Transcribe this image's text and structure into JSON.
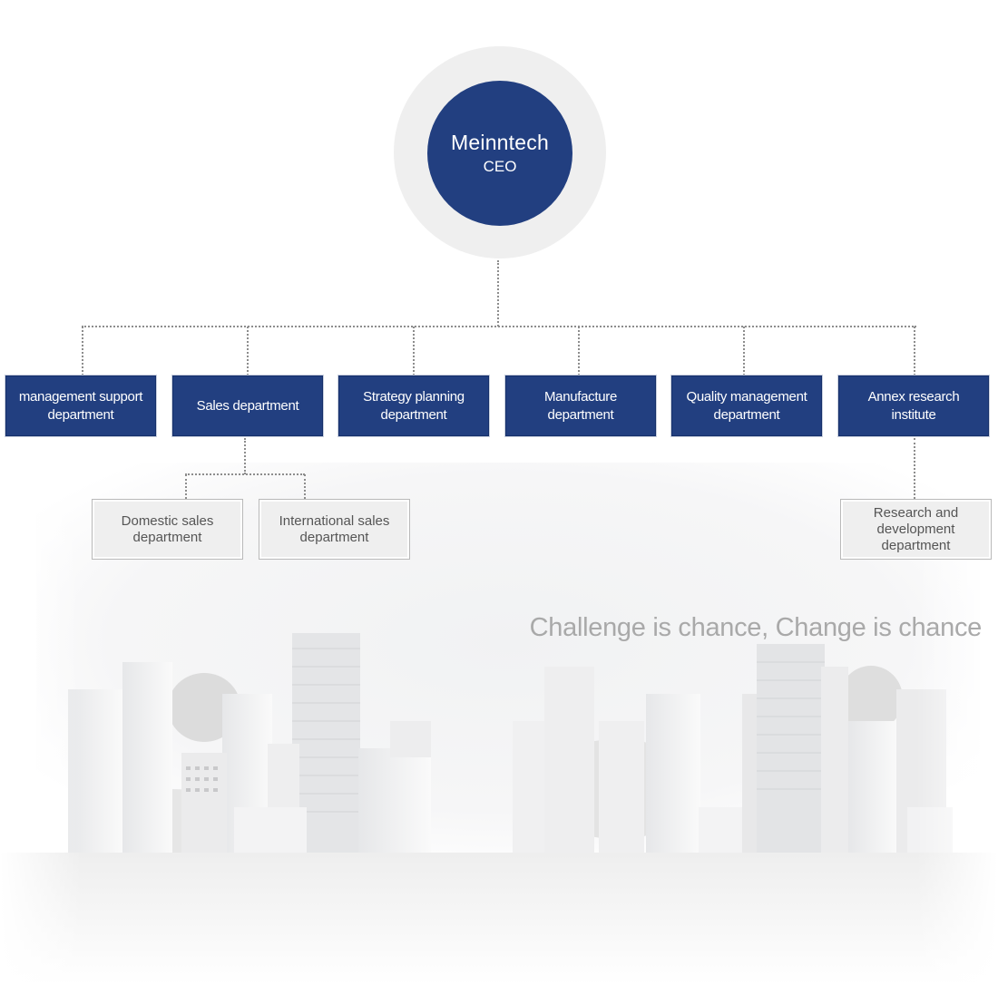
{
  "ceo": {
    "name": "Meinntech",
    "title": "CEO"
  },
  "departments": [
    {
      "label": "management support department"
    },
    {
      "label": "Sales department"
    },
    {
      "label": "Strategy planning department"
    },
    {
      "label": "Manufacture department"
    },
    {
      "label": "Quality management department"
    },
    {
      "label": "Annex research institute"
    }
  ],
  "sub_departments": {
    "sales": [
      {
        "label": "Domestic sales department"
      },
      {
        "label": "International sales department"
      }
    ],
    "research": [
      {
        "label": "Research and development department"
      }
    ]
  },
  "slogan": "Challenge is chance, Change is chance",
  "colors": {
    "primary_navy": "#223f80",
    "ceo_ring": "#efefef",
    "sub_box": "#efefef",
    "connector": "#8d8d8d",
    "slogan_text": "#a9a9a9"
  }
}
